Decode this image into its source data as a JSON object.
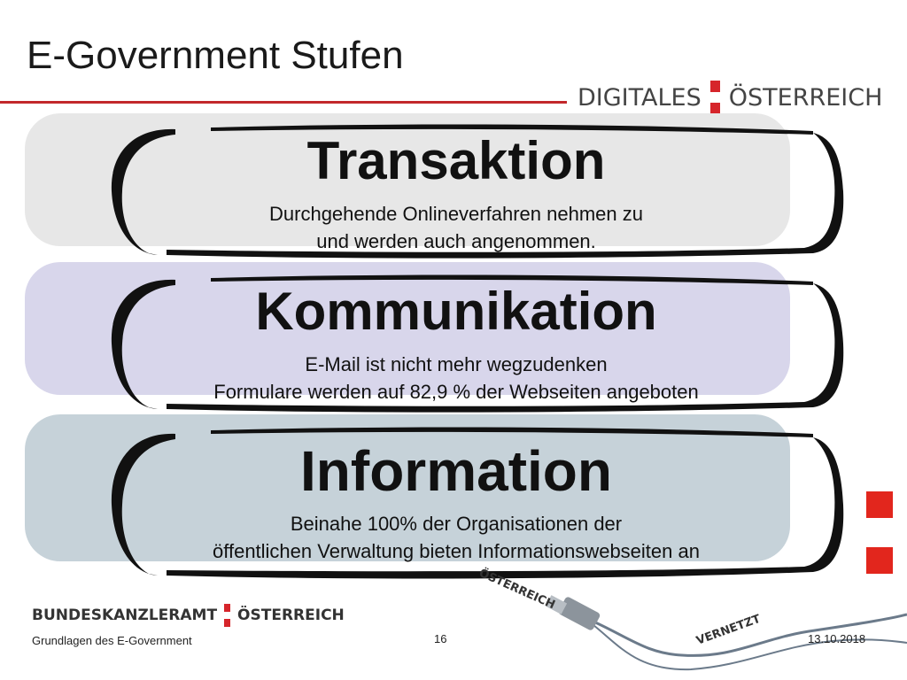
{
  "slide": {
    "title": "E-Government Stufen",
    "logo_top": {
      "left": "DIGITALES",
      "right": "ÖSTERREICH"
    },
    "stages": [
      {
        "heading": "Transaktion",
        "lines": [
          "Durchgehende Onlineverfahren nehmen zu",
          "und werden auch angenommen."
        ],
        "band_color": "#e7e7e7"
      },
      {
        "heading": "Kommunikation",
        "lines": [
          "E-Mail ist nicht mehr wegzudenken",
          "Formulare werden auf 82,9 % der Webseiten angeboten"
        ],
        "band_color": "#d8d6eb"
      },
      {
        "heading": "Information",
        "lines": [
          "Beinahe 100% der Organisationen der",
          "öffentlichen Verwaltung bieten Informationswebseiten an"
        ],
        "band_color": "#c6d2d9"
      }
    ],
    "cable_text": {
      "upper": "ÖSTERREICH",
      "lower": "VERNETZT"
    }
  },
  "footer": {
    "logo": {
      "left": "BUNDESKANZLERAMT",
      "right": "ÖSTERREICH"
    },
    "subject": "Grundlagen des E-Government",
    "page": "16",
    "date": "13.10.2018"
  },
  "colors": {
    "accent_red": "#d6252b",
    "title_rule": "#c2282b",
    "frame_black": "#111111"
  }
}
